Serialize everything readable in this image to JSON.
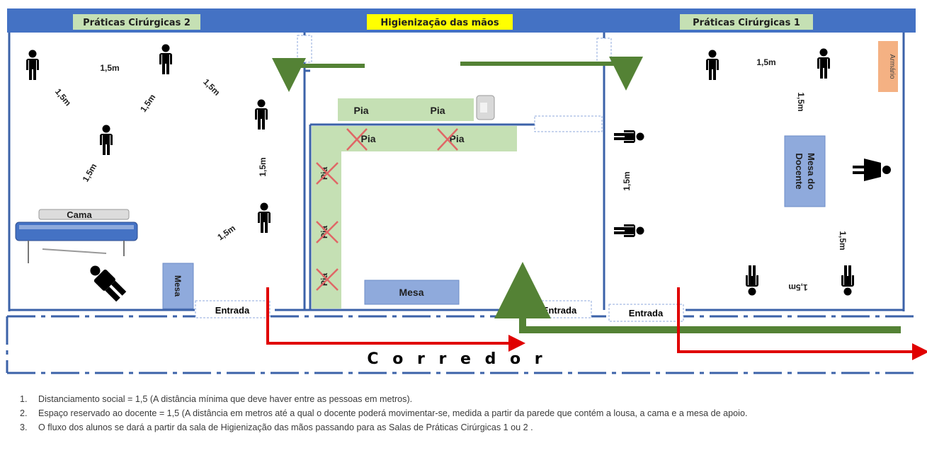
{
  "rooms": {
    "left_title": "Práticas Cirúrgicas 2",
    "center_title": "Higienização das mãos",
    "right_title": "Práticas Cirúrgicas 1"
  },
  "labels": {
    "pia": "Pia",
    "mesa": "Mesa",
    "cama": "Cama",
    "entrada": "Entrada",
    "armario": "Armário",
    "mesa_docente": "Mesa do Docente",
    "mesa_docente_line1": "Mesa do",
    "mesa_docente_line2": "Docente",
    "corredor": "C o r r e d o r"
  },
  "distances": {
    "value": "1,5m"
  },
  "notes": [
    {
      "num": "1.",
      "text": "Distanciamento social = 1,5  (A distância mínima que deve haver entre as pessoas em metros)."
    },
    {
      "num": "2.",
      "text": "Espaço reservado ao docente = 1,5 (A distância em metros até a qual o docente poderá movimentar-se, medida a partir da parede que contém a lousa, a cama e a mesa de apoio."
    },
    {
      "num": "3.",
      "text": "O fluxo dos alunos se dará a partir da sala de Higienização das mãos passando para as Salas de Práticas Cirúrgicas 1 ou 2 ."
    }
  ],
  "colors": {
    "wall": "#3b62a8",
    "banner": "#4472c4",
    "room_label_bg": "#c5e0b4",
    "highlight_bg": "#ffff00",
    "pia_bg": "#c5e0b4",
    "mesa_bg": "#8faadc",
    "armario_bg": "#f4b183",
    "arrow_green": "#548235",
    "arrow_red": "#e00000",
    "cross_red": "#e06666"
  }
}
